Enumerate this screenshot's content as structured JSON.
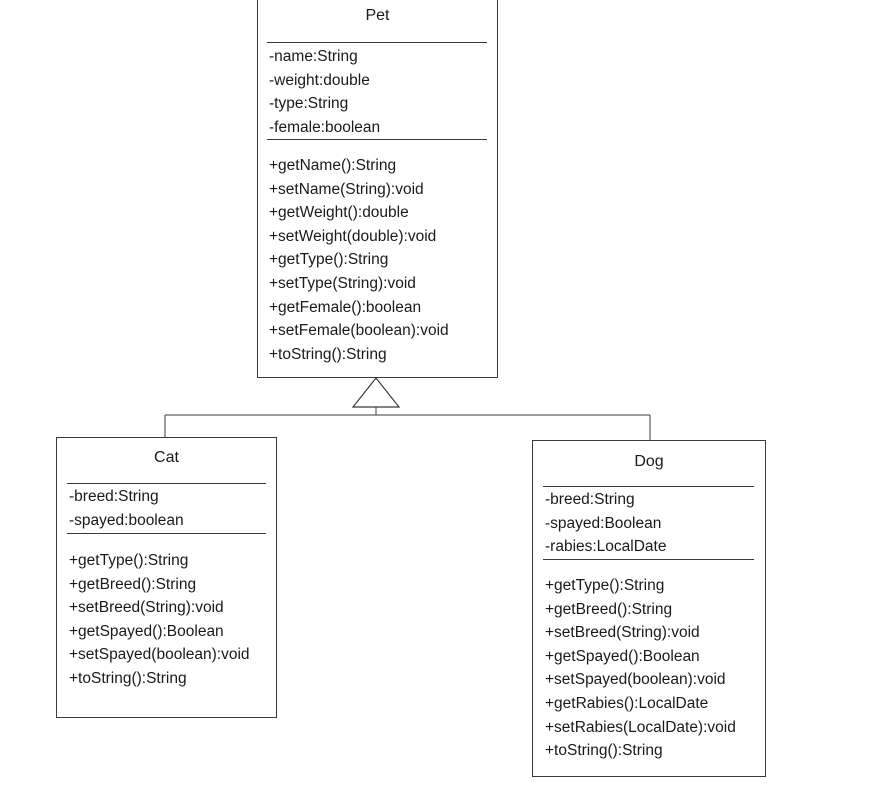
{
  "classes": {
    "pet": {
      "name": "Pet",
      "attributes": [
        "-name:String",
        "-weight:double",
        "-type:String",
        "-female:boolean"
      ],
      "operations": [
        "+getName():String",
        "+setName(String):void",
        "+getWeight():double",
        "+setWeight(double):void",
        "+getType():String",
        "+setType(String):void",
        "+getFemale():boolean",
        "+setFemale(boolean):void",
        "+toString():String"
      ]
    },
    "cat": {
      "name": "Cat",
      "attributes": [
        "-breed:String",
        "-spayed:boolean"
      ],
      "operations": [
        "+getType():String",
        "+getBreed():String",
        "+setBreed(String):void",
        "+getSpayed():Boolean",
        "+setSpayed(boolean):void",
        "+toString():String"
      ]
    },
    "dog": {
      "name": "Dog",
      "attributes": [
        "-breed:String",
        "-spayed:Boolean",
        "-rabies:LocalDate"
      ],
      "operations": [
        "+getType():String",
        "+getBreed():String",
        "+setBreed(String):void",
        "+getSpayed():Boolean",
        "+setSpayed(boolean):void",
        "+getRabies():LocalDate",
        "+setRabies(LocalDate):void",
        "+toString():String"
      ]
    }
  },
  "relationships": [
    {
      "type": "generalization",
      "parent": "Pet",
      "child": "Cat"
    },
    {
      "type": "generalization",
      "parent": "Pet",
      "child": "Dog"
    }
  ],
  "colors": {
    "line": "#3a3a3a",
    "text": "#1a1a1a",
    "background": "#ffffff"
  }
}
